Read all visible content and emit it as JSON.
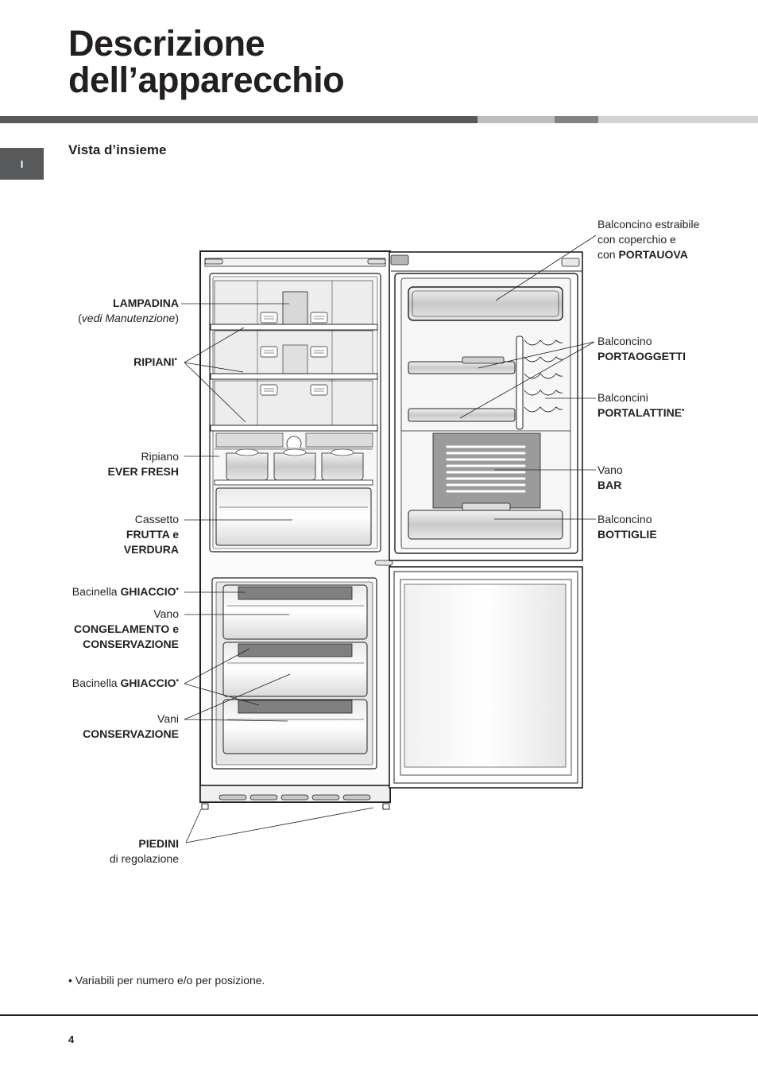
{
  "page": {
    "title_line1": "Descrizione",
    "title_line2": "dell’apparecchio",
    "language_tab": "I",
    "section_title": "Vista d’insieme",
    "footnote_bullet": "•",
    "footnote": "Variabili per numero e/o per posizione.",
    "page_number": "4"
  },
  "colors": {
    "rule_dark": "#58595b",
    "rule_light": "#bcbdc0",
    "text": "#231f20",
    "line_art": "#231f20"
  },
  "labels_left": {
    "lampadina": {
      "name": "LAMPADINA",
      "note_open": "(",
      "note": "vedi Manutenzione",
      "note_close": ")"
    },
    "ripiani": {
      "name": "RIPIANI",
      "mark": "•"
    },
    "ever_fresh": {
      "line1": "Ripiano",
      "line2": "EVER FRESH"
    },
    "cassetto": {
      "line1": "Cassetto",
      "line2": "FRUTTA e",
      "line3": "VERDURA"
    },
    "bacinella1": {
      "prefix": "Bacinella ",
      "name": "GHIACCIO",
      "mark": "•"
    },
    "congelamento": {
      "line1": "Vano",
      "line2": "CONGELAMENTO e",
      "line3": "CONSERVAZIONE"
    },
    "bacinella2": {
      "prefix": "Bacinella ",
      "name": "GHIACCIO",
      "mark": "•"
    },
    "vani": {
      "line1": "Vani",
      "line2": "CONSERVAZIONE"
    },
    "piedini": {
      "line1": "PIEDINI",
      "line2": "di regolazione"
    }
  },
  "labels_right": {
    "estraibile": {
      "line1": "Balconcino estraibile",
      "line2": "con coperchio e",
      "line3_prefix": "con ",
      "line3_bold": "PORTAUOVA"
    },
    "portaoggetti": {
      "line1": "Balconcino",
      "line2": "PORTAOGGETTI"
    },
    "portalattine": {
      "line1": "Balconcini",
      "line2": "PORTALATTINE",
      "mark": "•"
    },
    "bar": {
      "line1": "Vano",
      "line2": "BAR"
    },
    "bottiglie": {
      "line1": "Balconcino",
      "line2": "BOTTIGLIE"
    }
  }
}
